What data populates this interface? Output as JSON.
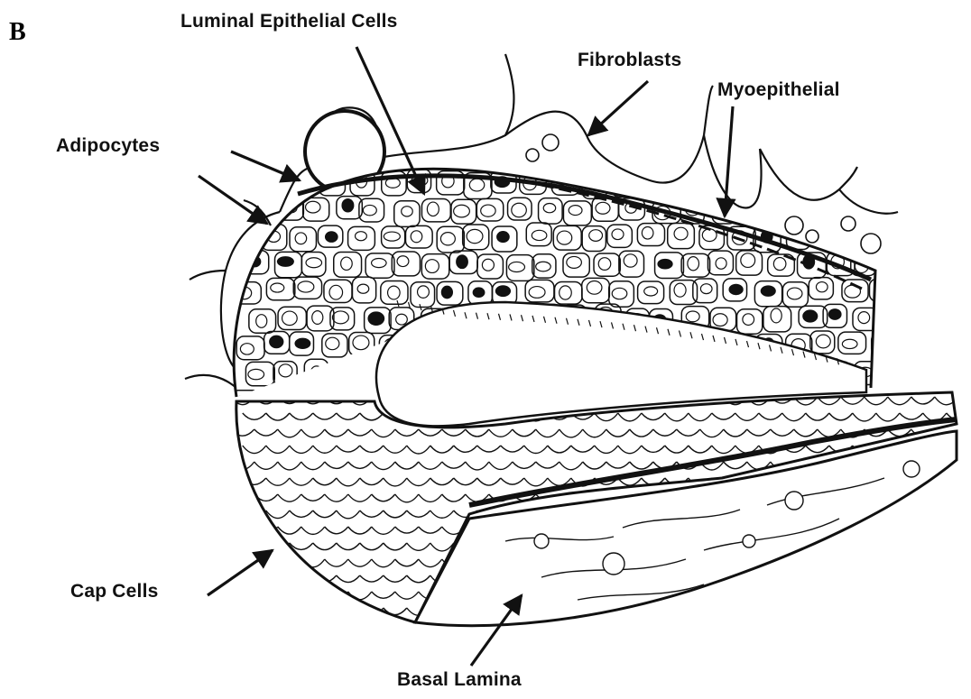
{
  "figure": {
    "panel_label": "B",
    "labels": {
      "luminal_epithelial": "Luminal Epithelial Cells",
      "fibroblasts": "Fibroblasts",
      "myoepithelial": "Myoepithelial",
      "adipocytes": "Adipocytes",
      "cap_cells": "Cap Cells",
      "basal_lamina": "Basal Lamina"
    },
    "colors": {
      "ink": "#111111",
      "paper": "#ffffff"
    }
  }
}
